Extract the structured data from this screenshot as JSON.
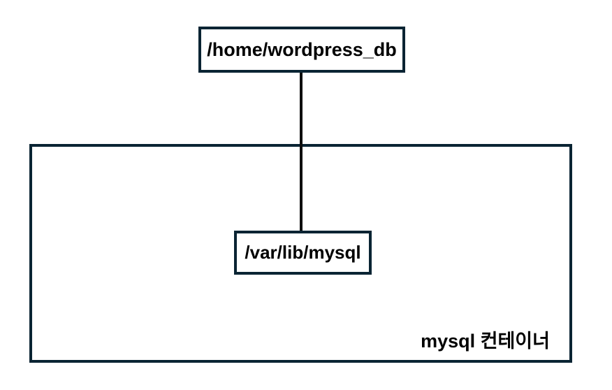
{
  "theme": {
    "box_border": "#0a2433",
    "connector": "#0e0e0e",
    "text": "#000000",
    "box_background": "#ffffff",
    "page_background": "#ffffff"
  },
  "diagram": {
    "nodes": {
      "host_path": "/home/wordpress_db",
      "container_path": "/var/lib/mysql",
      "container_label": "mysql 컨테이너"
    },
    "edges": [
      {
        "from": "host_path",
        "to": "container_path",
        "style": "vertical-line"
      }
    ]
  }
}
